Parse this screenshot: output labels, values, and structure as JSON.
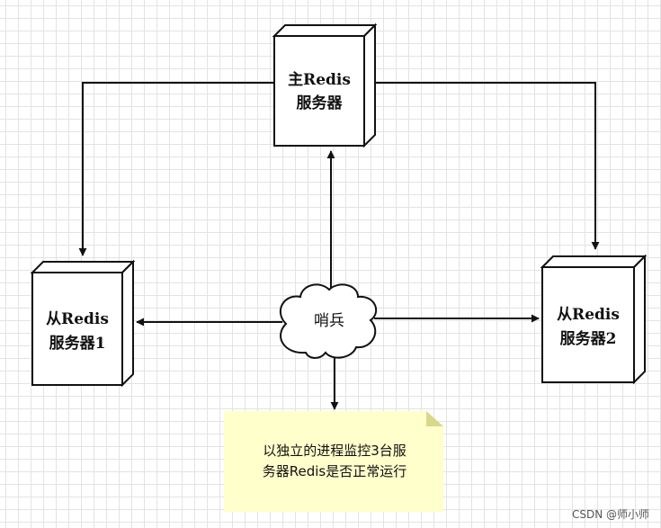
{
  "diagram": {
    "master_node": {
      "line1": "主Redis",
      "line2": "服务器"
    },
    "slave1_node": {
      "line1": "从Redis",
      "line2": "服务器1"
    },
    "slave2_node": {
      "line1": "从Redis",
      "line2": "服务器2"
    },
    "sentinel": {
      "label": "哨兵"
    },
    "note": {
      "line1": "以独立的进程监控3台服",
      "line2": "务器Redis是否正常运行",
      "color": "#ffffcc"
    }
  },
  "watermark": "CSDN @师小师"
}
